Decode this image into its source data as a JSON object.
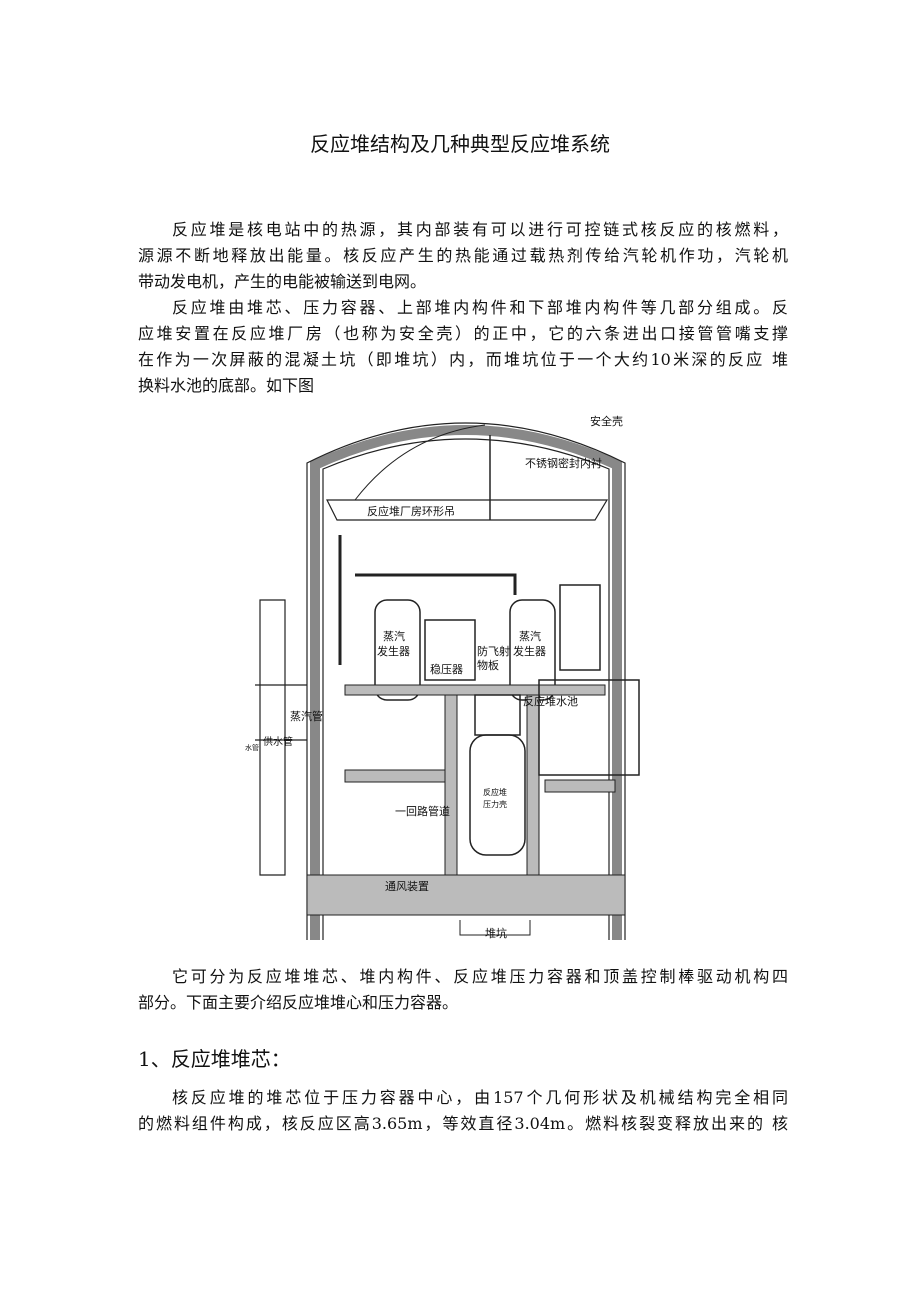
{
  "title": "反应堆结构及几种典型反应堆系统",
  "para1": [
    "反应堆是核电站中的热源，其内部装有可以进行可控链式核反应的核燃料，",
    "源源不断地释放出能量。核反应产生的热能通过载热剂传给汽轮机作功，汽轮机",
    "带动发电机，产生的电能被输送到电网。"
  ],
  "para2": [
    "反应堆由堆芯、压力容器、上部堆内构件和下部堆内构件等几部分组成。反",
    "应堆安置在反应堆厂房（也称为安全壳）的正中，它的六条进出口接管管嘴支撑",
    "在作为一次屏蔽的混凝土坑（即堆坑）内，而堆坑位于一个大约10米深的反应 堆",
    "换料水池的底部。如下图"
  ],
  "diagram": {
    "labels": {
      "containment": "安全壳",
      "liner": "不锈钢密封内衬",
      "crane": "反应堆厂房环形吊",
      "sg_left": [
        "蒸汽",
        "发生器"
      ],
      "sg_right": [
        "蒸汽",
        "发生器"
      ],
      "pressurizer": "稳压器",
      "missile_shield": [
        "防飞射",
        "物板"
      ],
      "pool": "反应堆水池",
      "steam_pipe": "蒸汽管",
      "feed_pipe": "供水管",
      "water_pipe": "水管",
      "primary_loop": "一回路管道",
      "vessel": [
        "反应堆",
        "压力壳"
      ],
      "ventilation": "通风装置",
      "pit": "堆坑"
    }
  },
  "para3": [
    "它可分为反应堆堆芯、堆内构件、反应堆压力容器和顶盖控制棒驱动机构四",
    "部分。下面主要介绍反应堆堆心和压力容器。"
  ],
  "heading1": "1、反应堆堆芯：",
  "para4": [
    "核反应堆的堆芯位于压力容器中心，由157个几何形状及机械结构完全相同",
    "的燃料组件构成，核反应区高3.65m，等效直径3.04m。燃料核裂变释放出来的 核"
  ]
}
